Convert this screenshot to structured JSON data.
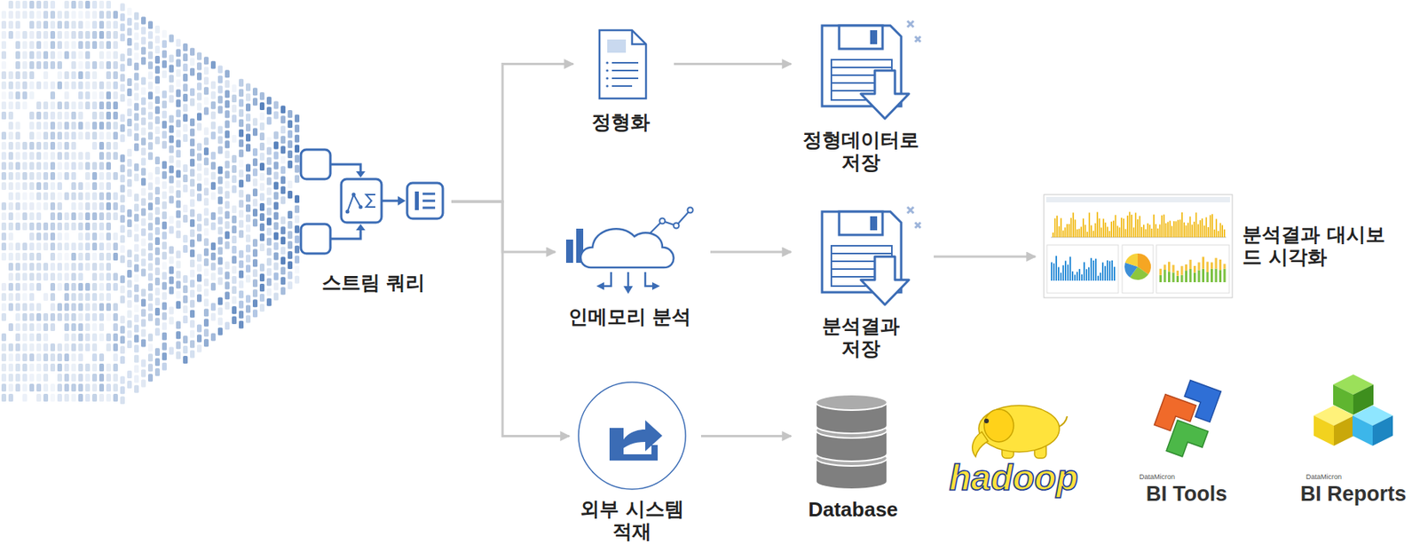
{
  "diagram": {
    "nodes": [
      {
        "text": [
          "스트림 쿼리"
        ]
      },
      {
        "text": [
          "정형화"
        ]
      },
      {
        "text": [
          "인메모리 분석"
        ]
      },
      {
        "text": [
          "외부 시스템 적재"
        ]
      },
      {
        "text": [
          "정형데이터로 저장"
        ]
      },
      {
        "text": [
          "분석결과 저장"
        ]
      },
      {
        "text": [
          "Database"
        ]
      },
      {
        "text": [
          "분석결과 대시보드 시각화"
        ]
      },
      {
        "text": [
          "hadoop"
        ]
      },
      {
        "text": [
          "DataMicron",
          "BI Tools"
        ]
      },
      {
        "text": [
          "DataMicron",
          "BI Reports"
        ]
      }
    ],
    "edges": [
      {
        "from": 0,
        "to": 1,
        "arrow": "to"
      },
      {
        "from": 0,
        "to": 2,
        "arrow": "to"
      },
      {
        "from": 0,
        "to": 3,
        "arrow": "to"
      },
      {
        "from": 1,
        "to": 4,
        "arrow": "to"
      },
      {
        "from": 2,
        "to": 5,
        "arrow": "to"
      },
      {
        "from": 3,
        "to": 6,
        "arrow": "to"
      },
      {
        "from": 5,
        "to": 7,
        "arrow": "to"
      }
    ]
  }
}
